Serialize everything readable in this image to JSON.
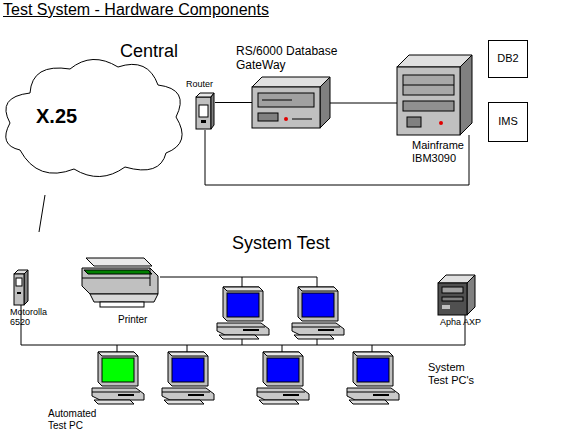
{
  "diagram": {
    "title": "Test System - Hardware Components",
    "nodes": [
      {
        "text": [
          "X.25"
        ]
      },
      {
        "text": [
          "Router"
        ]
      },
      {
        "text": [
          "RS/6000 Database GateWay"
        ]
      },
      {
        "text": [
          "Mainframe IBM3090"
        ]
      },
      {
        "text": [
          "DB2"
        ]
      },
      {
        "text": [
          "IMS"
        ]
      },
      {
        "text": [
          "Motorolla 6520"
        ]
      },
      {
        "text": [
          "Printer"
        ]
      },
      {
        "text": [
          "Apha AXP"
        ]
      },
      {
        "text": [
          "Automated Test PC"
        ]
      }
    ],
    "edges": [
      {
        "from": 1,
        "to": 2,
        "arrow": "none"
      },
      {
        "from": 2,
        "to": 3,
        "arrow": "none"
      },
      {
        "from": 1,
        "to": 3,
        "arrow": "none"
      }
    ],
    "labels": [
      "Central",
      "System Test",
      "System Test PC's"
    ]
  }
}
